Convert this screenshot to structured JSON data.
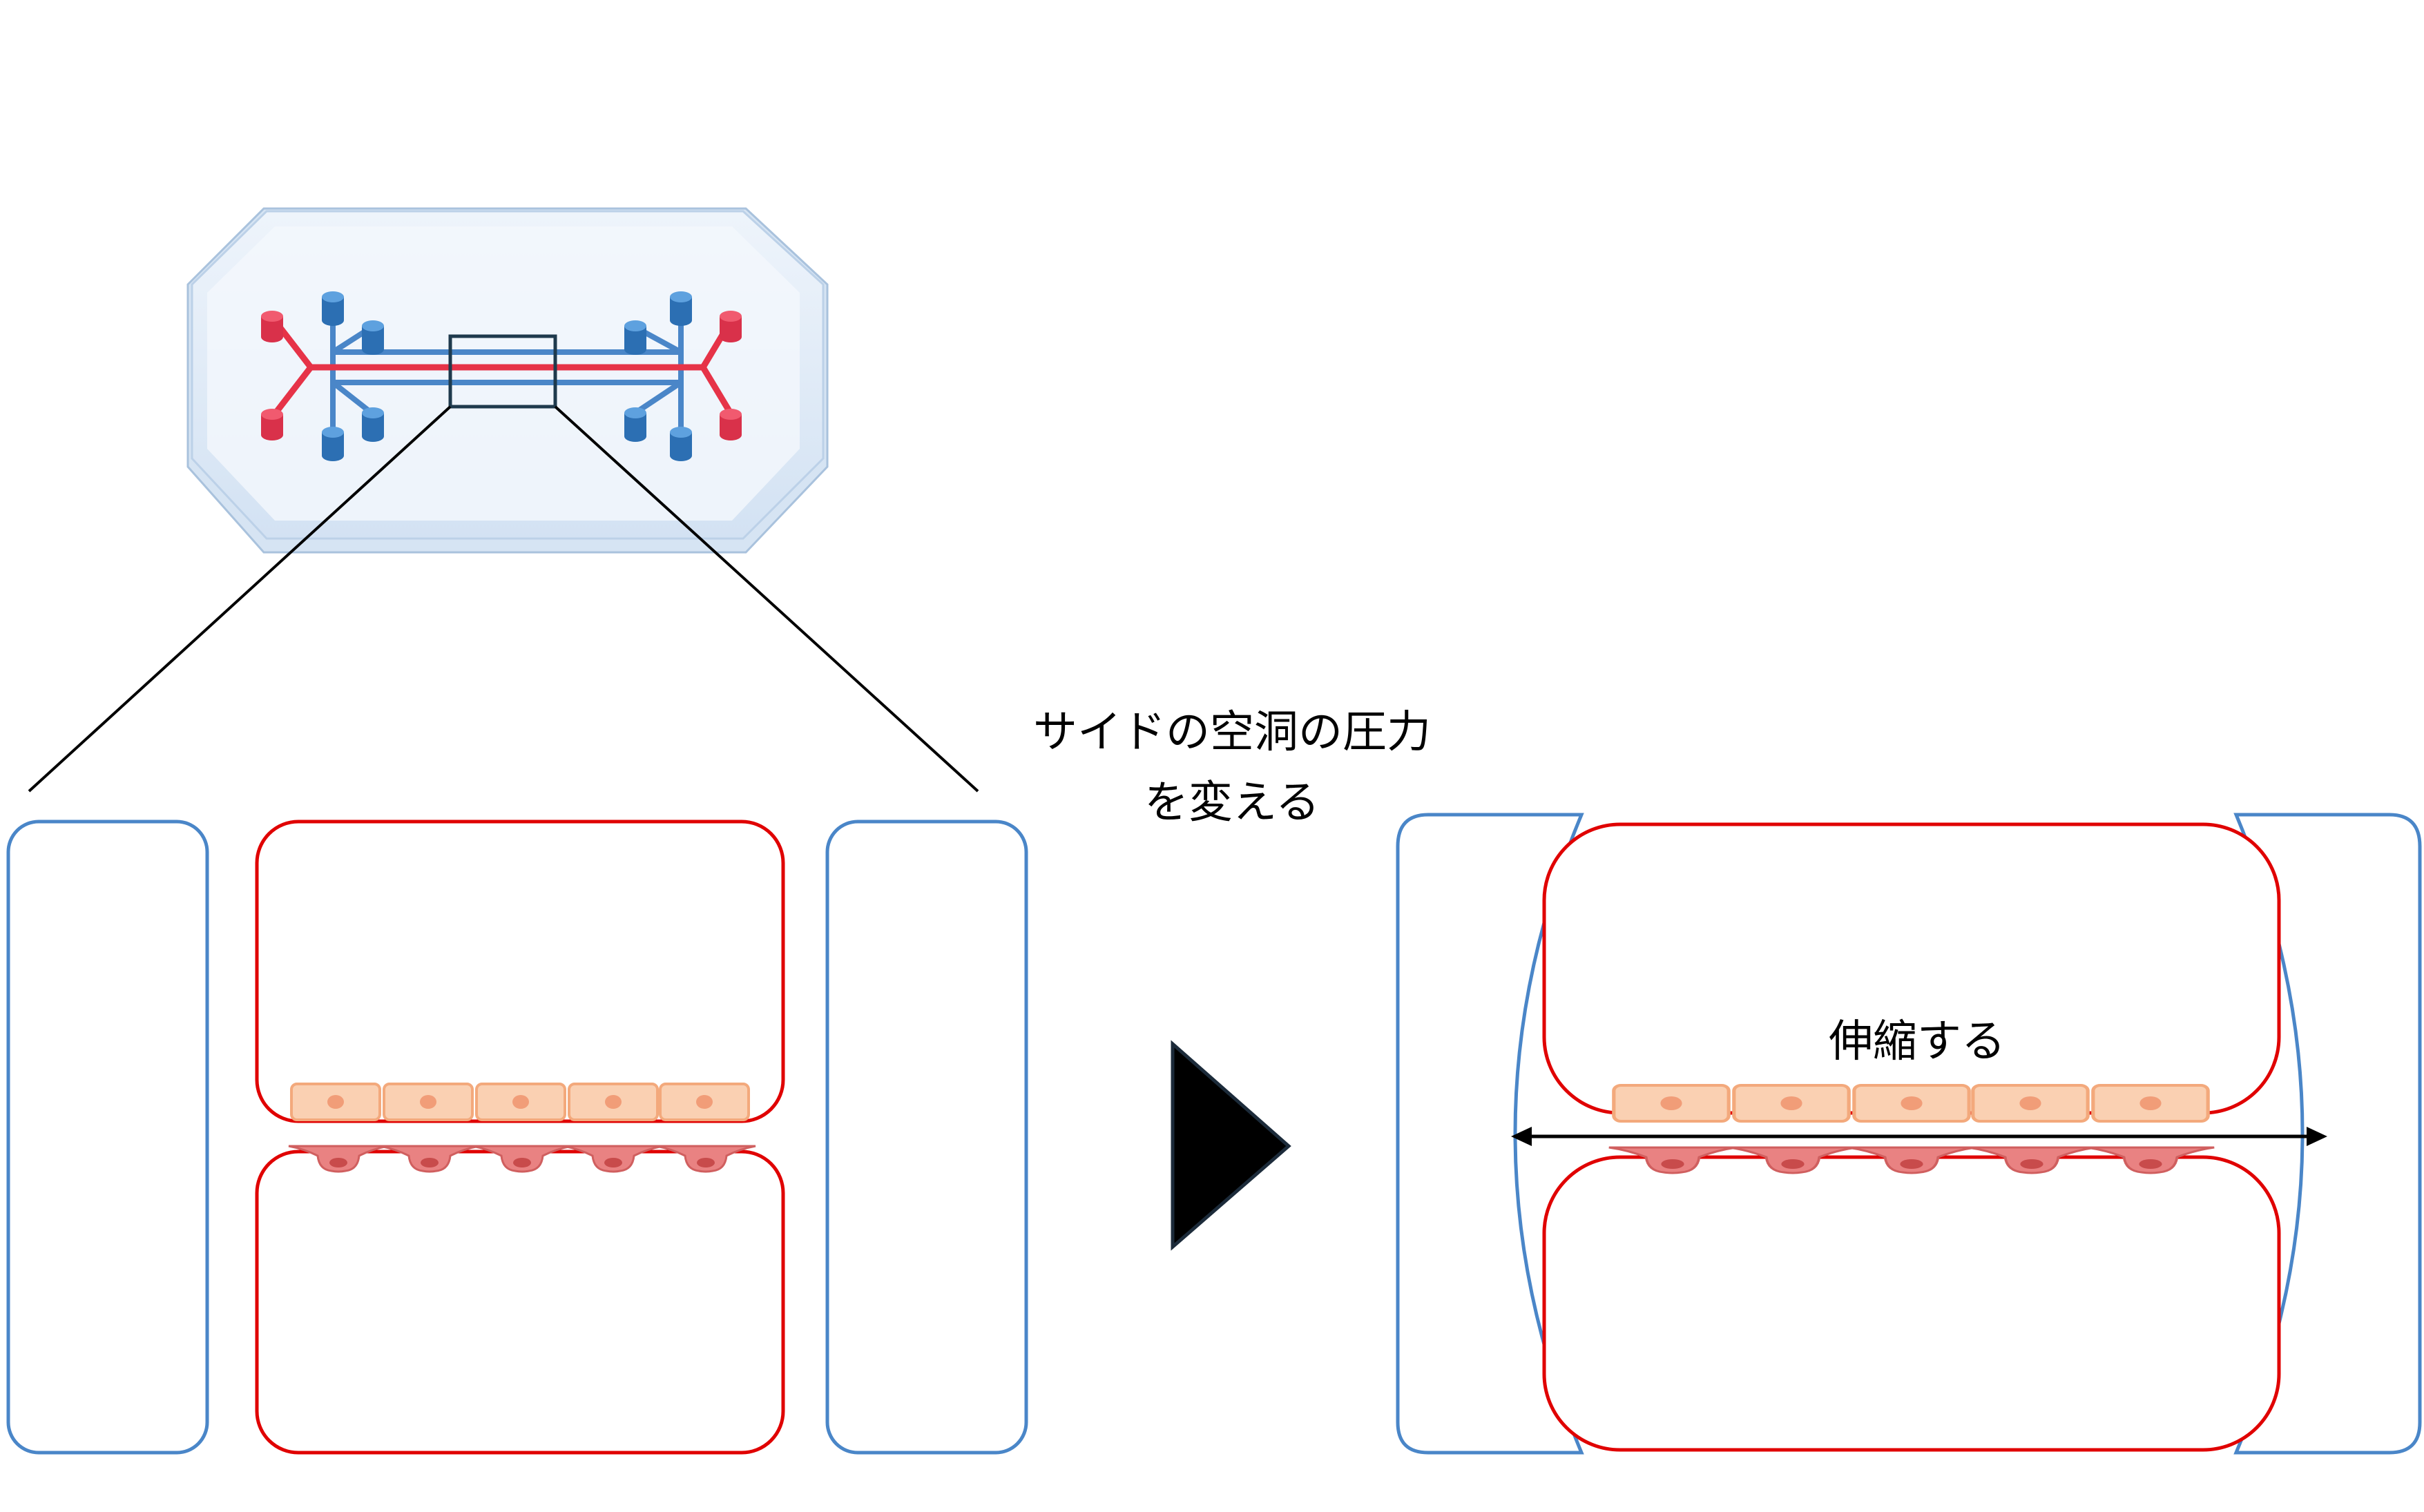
{
  "labels": {
    "pressure_line1": "サイドの空洞の圧力",
    "pressure_line2": "を変える",
    "stretch": "伸縮する"
  },
  "colors": {
    "vacuum_channel": "#4a86c8",
    "flow_channel": "#e00000",
    "epithelial_cell": "#f9c7a6",
    "endothelial_cell": "#e67878",
    "chip_body": "#e6eff9",
    "arrow": "#000000"
  },
  "icons": {
    "chip": "organ-chip-icon",
    "next": "right-triangle-arrow-icon",
    "stretch": "double-headed-arrow-icon"
  }
}
